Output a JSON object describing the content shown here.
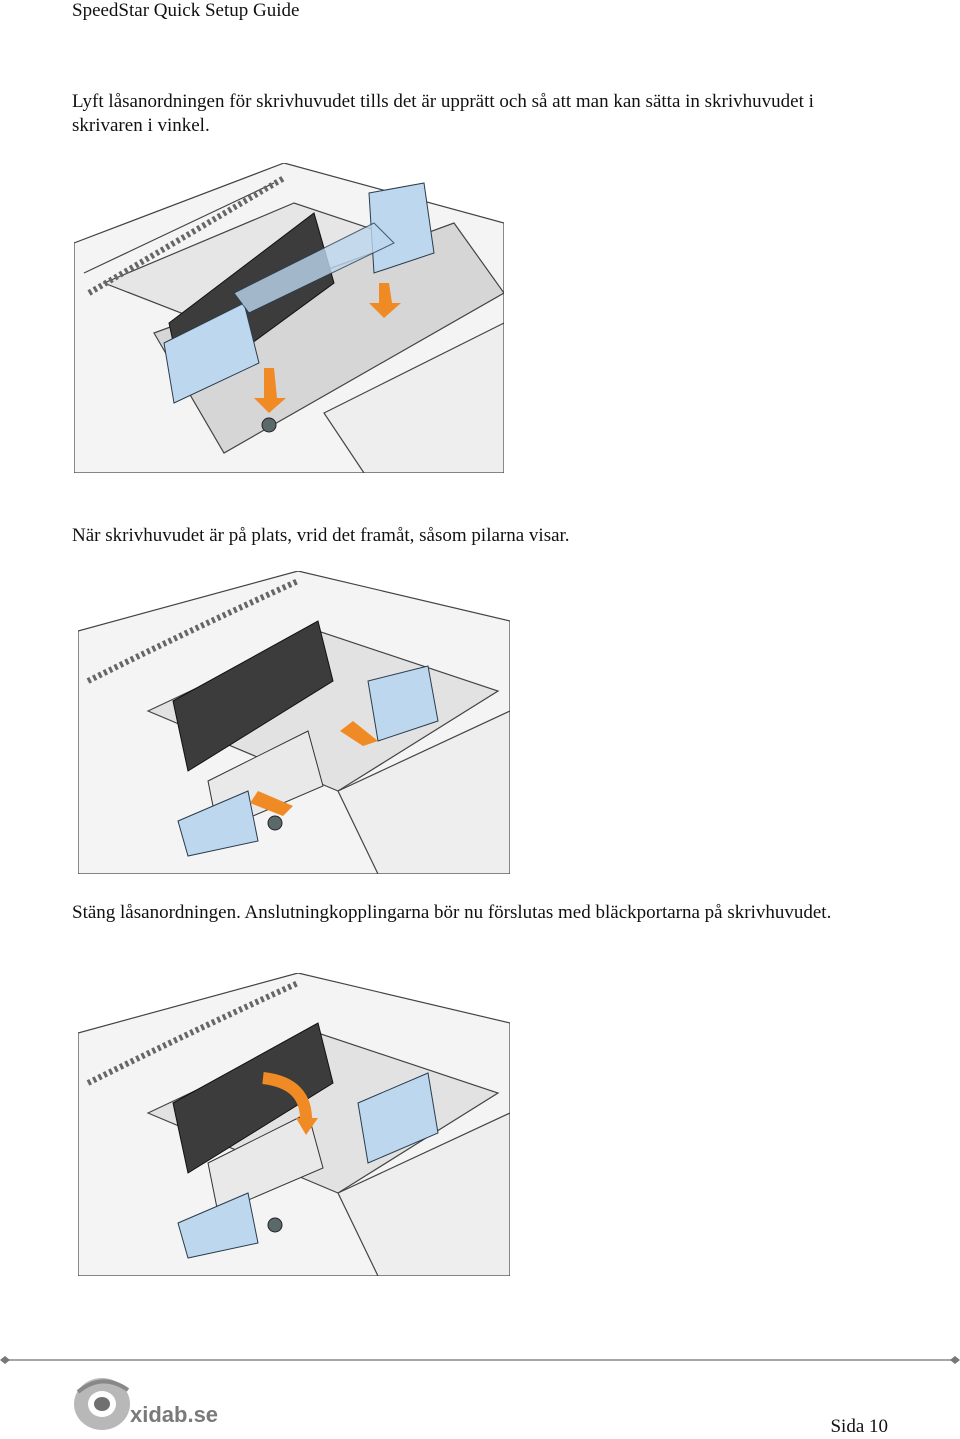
{
  "header": {
    "title": "SpeedStar Quick Setup Guide"
  },
  "paragraphs": {
    "p1": "Lyft låsanordningen för skrivhuvudet tills det är upprätt och så att man kan sätta in skrivhuvudet i skrivaren i vinkel.",
    "p2": "När skrivhuvudet är på plats, vrid det framåt, såsom pilarna visar.",
    "p3": "Stäng låsanordningen. Anslutningkopplingarna bör nu förslutas med bläckportarna på skrivhuvudet."
  },
  "figures": [
    {
      "name": "printhead-upright-figure",
      "arrow_color": "#f08a24",
      "part_color": "#bcd7ee"
    },
    {
      "name": "printhead-rotate-figure",
      "arrow_color": "#f08a24",
      "part_color": "#bcd7ee"
    },
    {
      "name": "latch-closed-figure",
      "arrow_color": "#f08a24",
      "part_color": "#bcd7ee"
    }
  ],
  "footer": {
    "logo_text": "xidab.se",
    "page_label": "Sida 10"
  }
}
